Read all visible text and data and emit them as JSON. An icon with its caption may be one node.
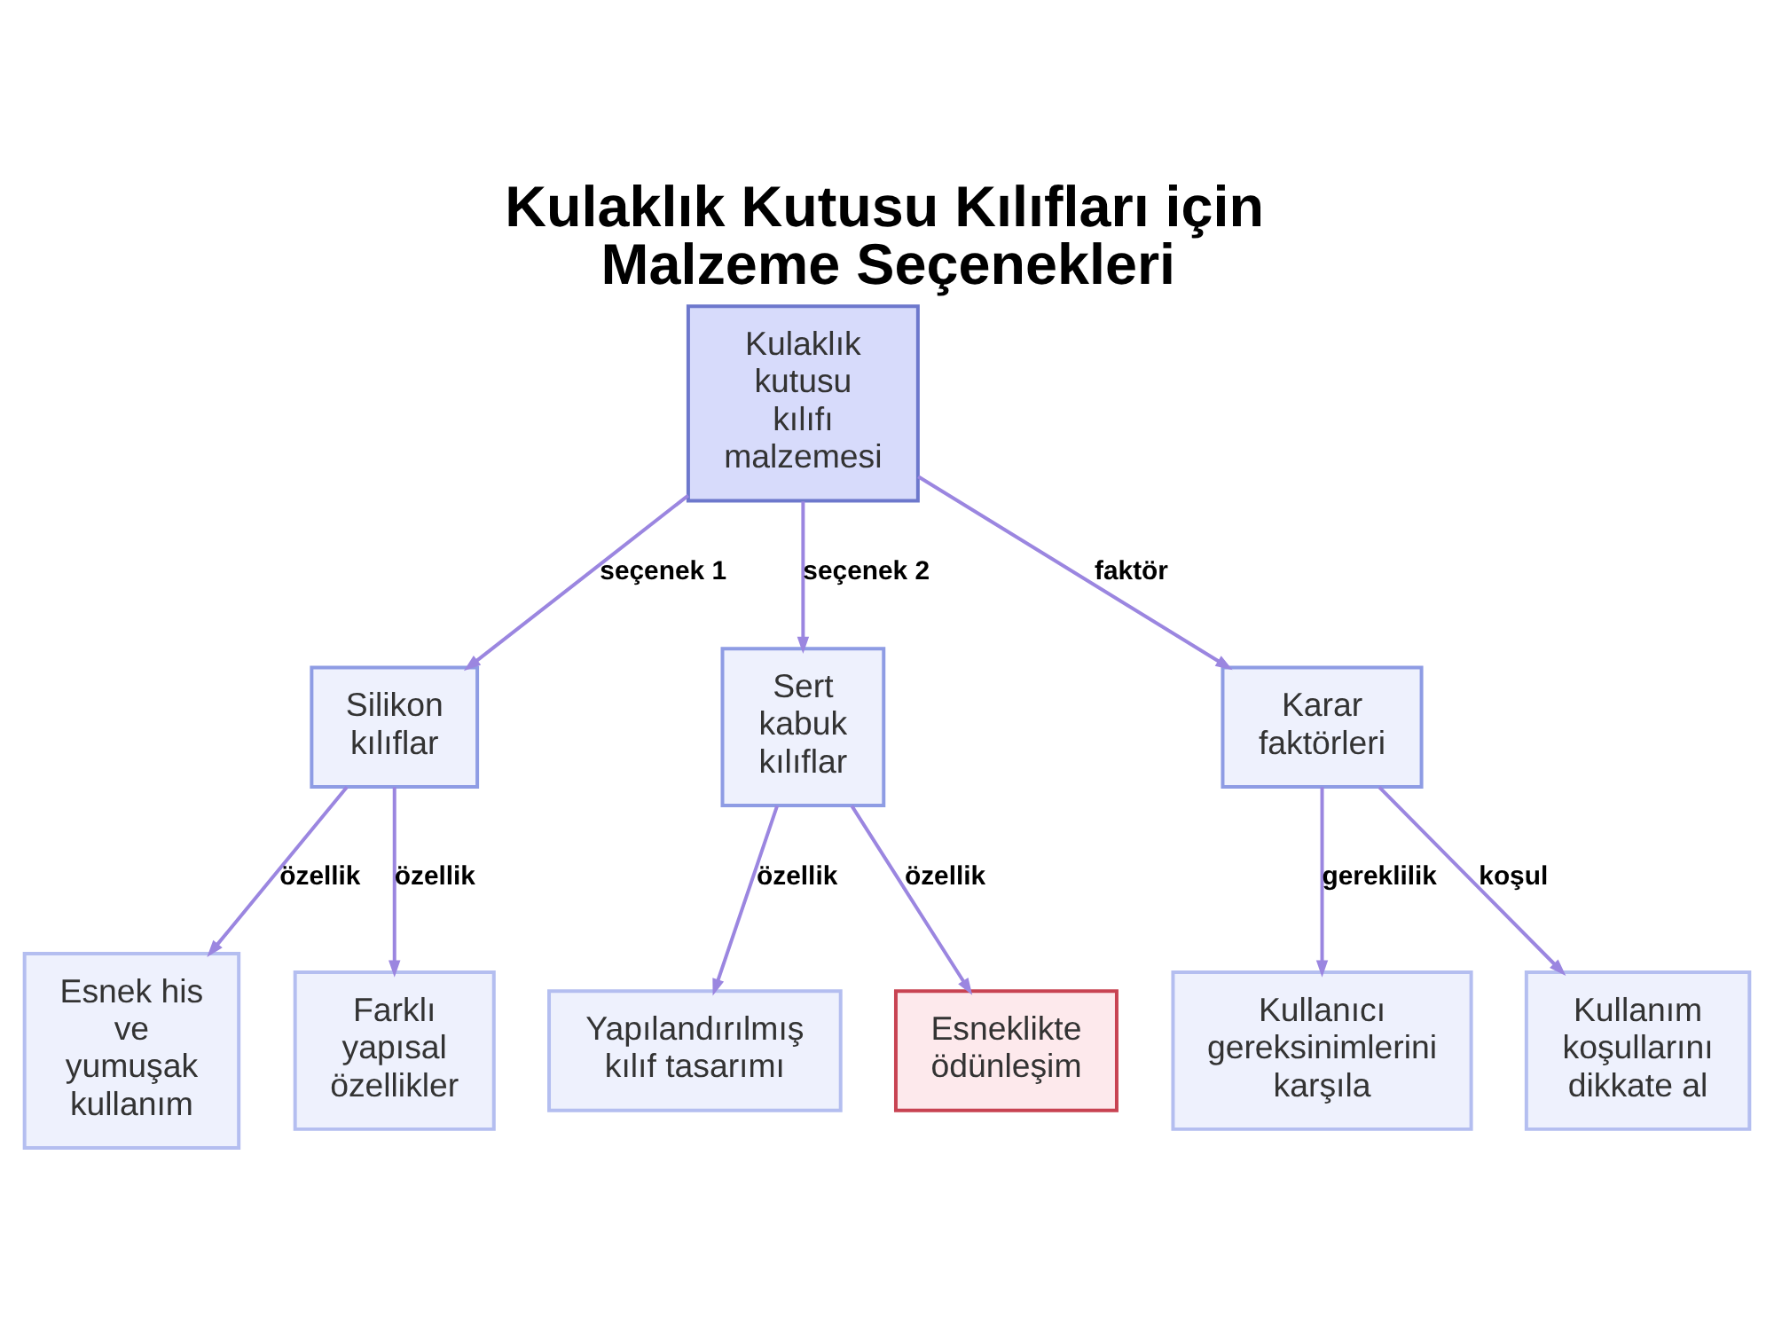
{
  "diagram": {
    "title": "Kulaklık Kutusu Kılıfları için Malzeme Seçenekleri",
    "nodes": [
      {
        "text": [
          "Kulaklık kutusu kılıfı malzemesi"
        ]
      },
      {
        "text": [
          "Silikon kılıflar"
        ]
      },
      {
        "text": [
          "Sert kabuk kılıflar"
        ]
      },
      {
        "text": [
          "Karar faktörleri"
        ]
      },
      {
        "text": [
          "Esnek his ve yumuşak kullanım"
        ]
      },
      {
        "text": [
          "Farklı yapısal özellikler"
        ]
      },
      {
        "text": [
          "Yapılandırılmış kılıf tasarımı"
        ]
      },
      {
        "text": [
          "Esneklikte ödünleşim"
        ]
      },
      {
        "text": [
          "Kullanıcı gereksinimlerini karşıla"
        ]
      },
      {
        "text": [
          "Kullanım koşullarını dikkate al"
        ]
      }
    ],
    "edges": [
      {
        "from": 0,
        "to": 1,
        "arrow": "to",
        "label": "seçenek 1"
      },
      {
        "from": 0,
        "to": 2,
        "arrow": "to",
        "label": "seçenek 2"
      },
      {
        "from": 0,
        "to": 3,
        "arrow": "to",
        "label": "faktör"
      },
      {
        "from": 1,
        "to": 4,
        "arrow": "to",
        "label": "özellik"
      },
      {
        "from": 1,
        "to": 5,
        "arrow": "to",
        "label": "özellik"
      },
      {
        "from": 2,
        "to": 6,
        "arrow": "to",
        "label": "özellik"
      },
      {
        "from": 2,
        "to": 7,
        "arrow": "to",
        "label": "özellik"
      },
      {
        "from": 3,
        "to": 8,
        "arrow": "to",
        "label": "gereklilik"
      },
      {
        "from": 3,
        "to": 9,
        "arrow": "to",
        "label": "koşul"
      }
    ]
  }
}
